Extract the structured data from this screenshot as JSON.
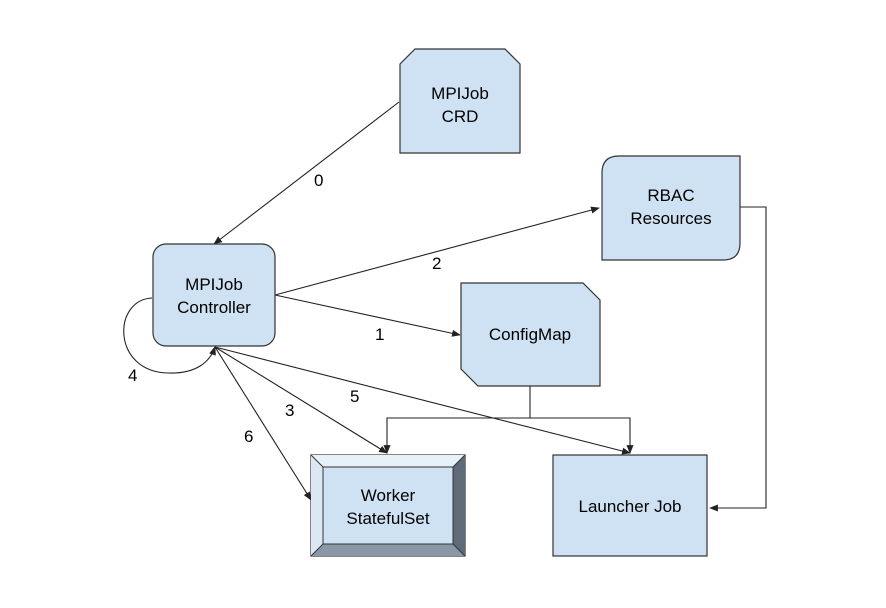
{
  "nodes": {
    "crd": {
      "line1": "MPIJob",
      "line2": "CRD"
    },
    "controller": {
      "line1": "MPIJob",
      "line2": "Controller"
    },
    "rbac": {
      "line1": "RBAC",
      "line2": "Resources"
    },
    "configmap": {
      "line1": "ConfigMap"
    },
    "worker": {
      "line1": "Worker",
      "line2": "StatefulSet"
    },
    "launcher": {
      "line1": "Launcher Job"
    }
  },
  "edges": {
    "crd_to_controller": "0",
    "controller_to_configmap": "1",
    "controller_to_rbac": "2",
    "controller_to_worker_a": "3",
    "controller_self_loop": "4",
    "controller_to_launcher": "5",
    "controller_to_worker_b": "6"
  },
  "colors": {
    "node_fill": "#cfe2f3",
    "node_stroke": "#333333",
    "bevel_dark": "#5f6b78",
    "bevel_light": "#e8f0f8"
  }
}
